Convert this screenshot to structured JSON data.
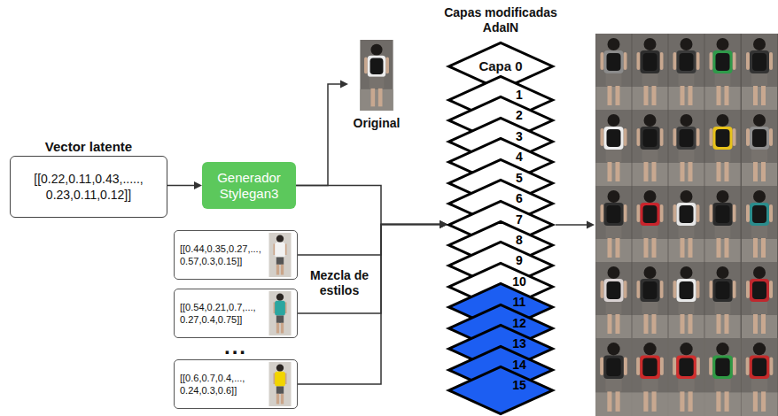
{
  "diagram": {
    "nodes": [
      {
        "text": [
          "Vector latente",
          "[[0.22,0.11,0.43,....., 0.23,0.11,0.12]]"
        ]
      },
      {
        "text": [
          "Generador Stylegan3"
        ]
      },
      {
        "text": [
          "Original"
        ]
      },
      {
        "text": [
          "[[0.44,0.35,0.27,..., 0.57,0.3,0.15]]"
        ]
      },
      {
        "text": [
          "[[0.54,0.21,0.7,..., 0.27,0.4,0.75]]"
        ]
      },
      {
        "text": [
          "[[0.6,0.7,0.4,..., 0.24,0.3,0.6]]"
        ]
      },
      {
        "text": [
          "Capa 0"
        ]
      },
      {
        "text": [
          "1"
        ]
      },
      {
        "text": [
          "2"
        ]
      },
      {
        "text": [
          "3"
        ]
      },
      {
        "text": [
          "4"
        ]
      },
      {
        "text": [
          "5"
        ]
      },
      {
        "text": [
          "6"
        ]
      },
      {
        "text": [
          "7"
        ]
      },
      {
        "text": [
          "8"
        ]
      },
      {
        "text": [
          "9"
        ]
      },
      {
        "text": [
          "10"
        ]
      },
      {
        "text": [
          "11"
        ]
      },
      {
        "text": [
          "12"
        ]
      },
      {
        "text": [
          "13"
        ]
      },
      {
        "text": [
          "14"
        ]
      },
      {
        "text": [
          "15"
        ]
      }
    ],
    "edges": [
      {
        "from": 0,
        "to": 1,
        "arrow": "to"
      },
      {
        "from": 1,
        "to": 2,
        "arrow": "to"
      },
      {
        "from": 1,
        "to": 13,
        "arrow": "to"
      },
      {
        "from": 3,
        "to": 13,
        "arrow": "to"
      },
      {
        "from": 4,
        "to": 13,
        "arrow": "to"
      },
      {
        "from": 5,
        "to": 13,
        "arrow": "to"
      }
    ],
    "labels": [
      "Capas modificadas AdaIN",
      "Mezcla de estilos",
      "..."
    ]
  }
}
